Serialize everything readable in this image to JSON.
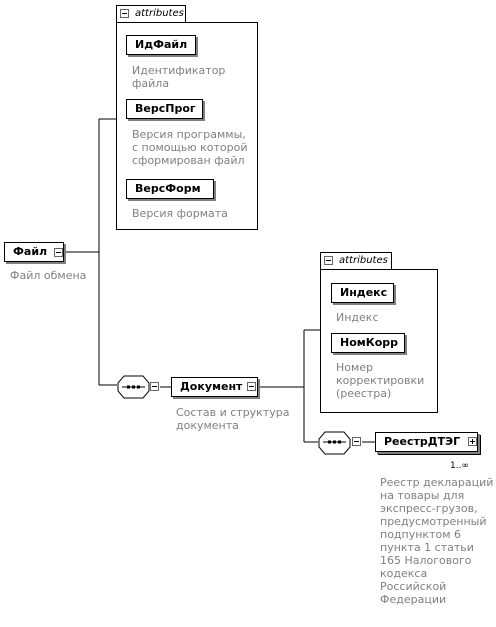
{
  "root": {
    "label": "Файл",
    "description": "Файл обмена"
  },
  "group1": {
    "tab_label": "attributes",
    "items": [
      {
        "label": "ИдФайл",
        "description": "Идентификатор\nфайла"
      },
      {
        "label": "ВерсПрог",
        "description": "Версия программы,\nс помощью которой\nсформирован файл"
      },
      {
        "label": "ВерсФорм",
        "description": "Версия формата"
      }
    ]
  },
  "document": {
    "label": "Документ",
    "description": "Состав и структура\nдокумента"
  },
  "group2": {
    "tab_label": "attributes",
    "items": [
      {
        "label": "Индекс",
        "description": "Индекс"
      },
      {
        "label": "НомКорр",
        "description": "Номер\nкорректировки\n(реестра)"
      }
    ]
  },
  "registry": {
    "label": "РеестрДТЭГ",
    "cardinality": "1..∞",
    "description": "Реестр деклараций\nна товары для\nэкспресс-грузов,\nпредусмотренный\nподпунктом 6\nпункта 1 статьи\n165 Налогового\nкодекса\nРоссийской\nФедерации"
  },
  "colors": {
    "line": "#000000",
    "description_text": "#808080",
    "shadow": "#808080"
  }
}
